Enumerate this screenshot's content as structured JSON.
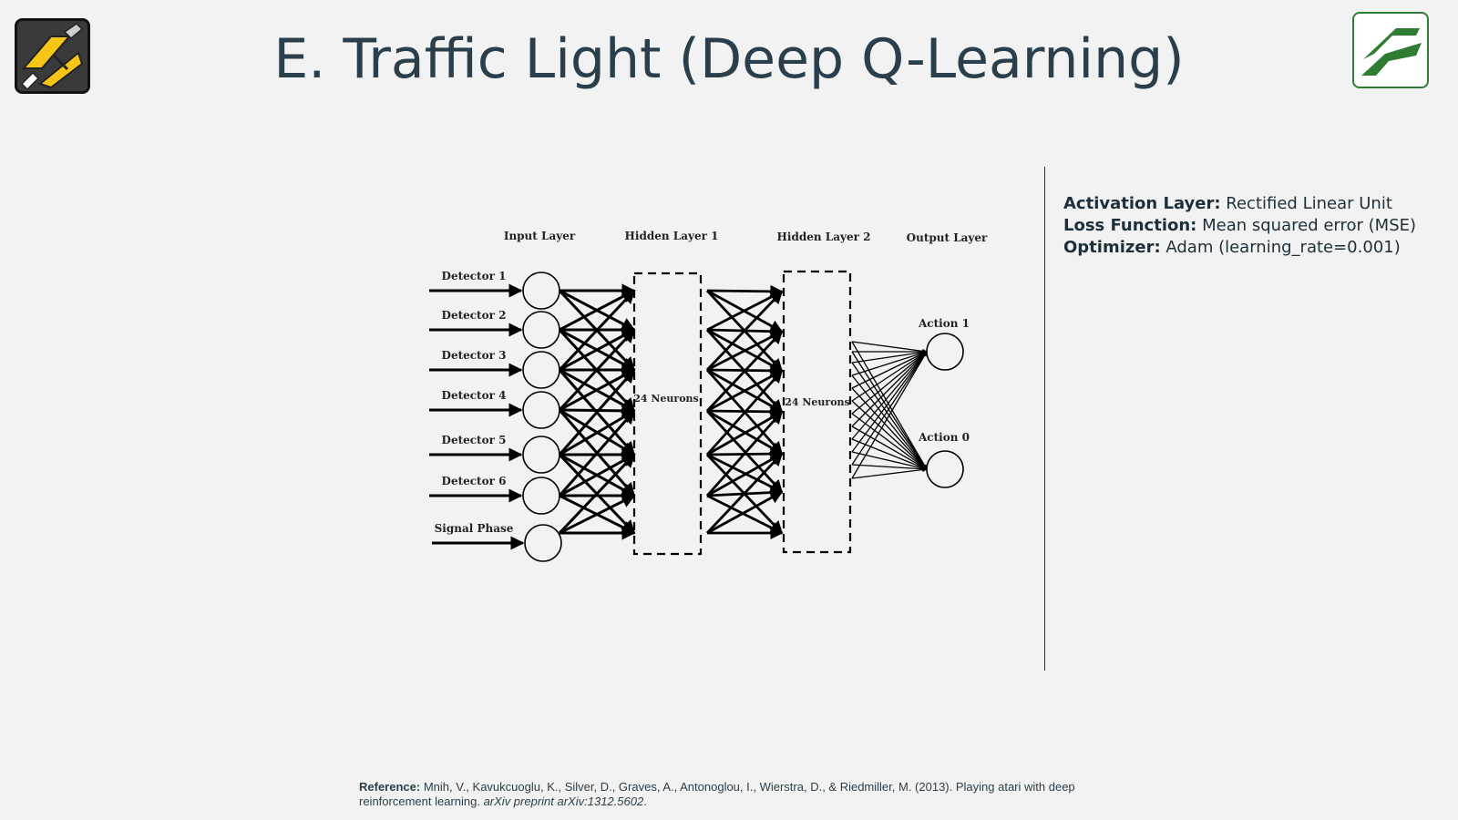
{
  "title": "E. Traffic Light (Deep Q-Learning)",
  "logos": {
    "left": "road-sign-logo-icon",
    "right": "green-road-logo-icon"
  },
  "network": {
    "layer_labels": {
      "input": "Input Layer",
      "hidden1": "Hidden Layer 1",
      "hidden2": "Hidden Layer 2",
      "output": "Output Layer"
    },
    "inputs": [
      "Detector 1",
      "Detector 2",
      "Detector 3",
      "Detector 4",
      "Detector 5",
      "Detector 6",
      "Signal Phase"
    ],
    "hidden1_label": "24 Neurons",
    "hidden2_label": "24 Neurons",
    "outputs": [
      "Action 1",
      "Action 0"
    ]
  },
  "info": {
    "activation_label": "Activation Layer:",
    "activation_value": " Rectified Linear Unit",
    "loss_label": "Loss Function:",
    "loss_value": " Mean squared error (MSE)",
    "optimizer_label": "Optimizer:",
    "optimizer_value": " Adam (learning_rate=0.001)"
  },
  "reference": {
    "label": "Reference:",
    "text": " Mnih, V., Kavukcuoglu, K., Silver, D., Graves, A., Antonoglou, I., Wierstra, D., & Riedmiller, M. (2013). Playing atari with deep reinforcement learning. ",
    "venue": "arXiv preprint arXiv:1312.5602",
    "end": "."
  },
  "colors": {
    "background": "#f2f2f2",
    "title": "#2a3f4b",
    "logo_yellow": "#f5c518",
    "logo_green": "#2e7d32"
  }
}
